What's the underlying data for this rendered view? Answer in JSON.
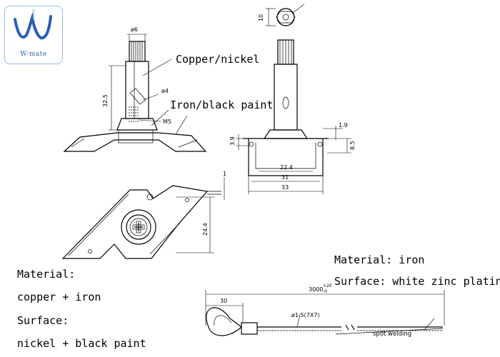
{
  "logo": {
    "brand_text": "W-mate",
    "accent_color": "#2a5fb5",
    "border_color": "#9bbbe6"
  },
  "callouts": {
    "copper_nickel": "Copper/nickel",
    "iron_black": "Iron/black paint"
  },
  "dimensions": {
    "d6": "ø6",
    "d4": "ø4",
    "m5": "M5",
    "h32_5": "32.5",
    "h10": "10",
    "h1_9": "1.9",
    "h3_9": "3.9",
    "h8_5": "8.5",
    "w22_4": "22.4",
    "w31": "31",
    "w33": "33",
    "t1": "1",
    "h24_4": "24.4",
    "l3000": "3000",
    "tol_plus": "+20",
    "tol_minus": "-0",
    "l30": "30",
    "cable": "ø1.5(7X7)"
  },
  "spec_left": {
    "line1": "Material:",
    "line2": "copper + iron",
    "line3": "Surface:",
    "line4": "nickel + black paint"
  },
  "spec_right": {
    "line1": "Material: iron",
    "line2": "Surface: white zinc plating"
  },
  "notes": {
    "spot_welding": "spot welding"
  }
}
